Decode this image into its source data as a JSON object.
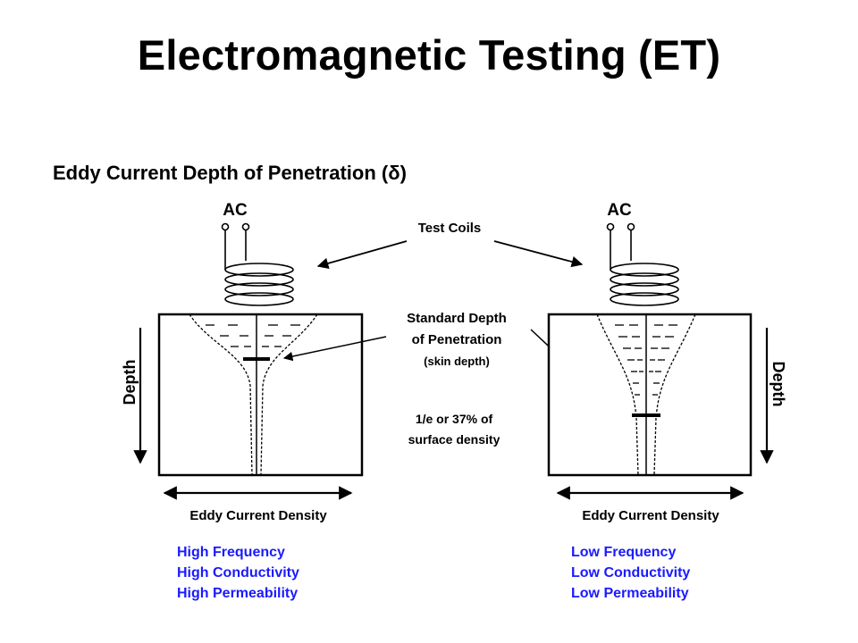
{
  "slide": {
    "title": "Electromagnetic Testing (ET)",
    "subtitle": "Eddy Current Depth of Penetration (δ)"
  },
  "diagram": {
    "coil_callout": "Test Coils",
    "left": {
      "source_label": "AC",
      "depth_label": "Depth",
      "density_label": "Eddy Current Density",
      "conditions": [
        "High Frequency",
        "High Conductivity",
        "High Permeability"
      ]
    },
    "right": {
      "source_label": "AC",
      "depth_label": "Depth",
      "density_label": "Eddy Current Density",
      "conditions": [
        "Low Frequency",
        "Low Conductivity",
        "Low Permeability"
      ]
    },
    "center": {
      "skin_depth_lines": [
        "Standard Depth",
        "of Penetration",
        "(skin depth)"
      ],
      "density_note_lines": [
        "1/e or 37% of",
        "surface density"
      ]
    },
    "colors": {
      "ink": "#000000",
      "condition_text": "#1a1aff"
    }
  }
}
